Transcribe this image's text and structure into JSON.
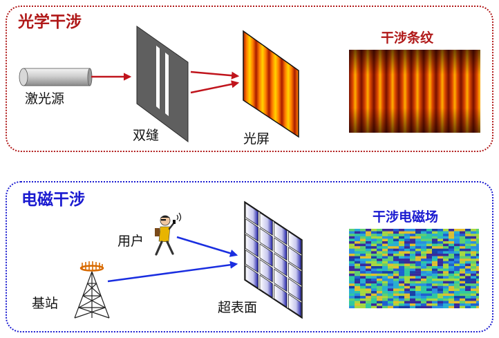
{
  "optical": {
    "title": "光学干涉",
    "labels": {
      "laser": "激光源",
      "double_slit": "双缝",
      "screen": "光屏"
    },
    "pattern_title": "干涉条纹"
  },
  "em": {
    "title": "电磁干涉",
    "labels": {
      "user": "用户",
      "base_station": "基站",
      "metasurface": "超表面"
    },
    "pattern_title": "干涉电磁场"
  },
  "colors": {
    "optical_accent": "#b01818",
    "em_accent": "#1a1ad0",
    "optical_ray": "#c0141c",
    "em_ray": "#1a2ee0"
  }
}
